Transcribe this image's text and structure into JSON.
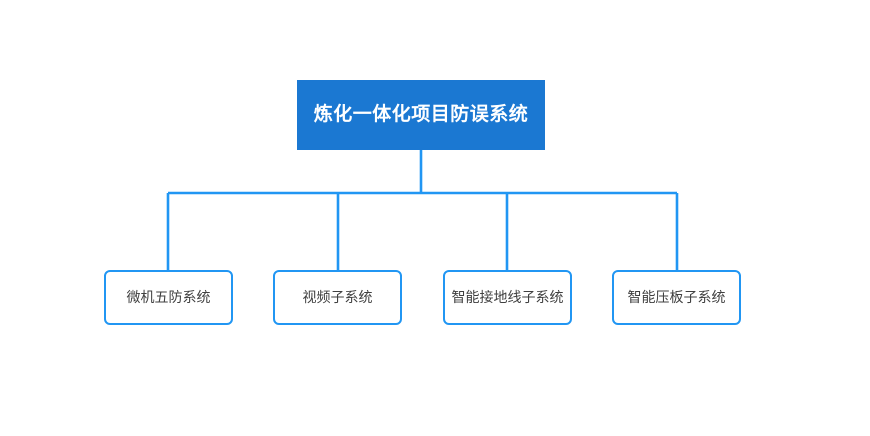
{
  "diagram": {
    "type": "organization-chart",
    "background_color": "#ffffff",
    "connector_color": "#2196f3",
    "root": {
      "label": "炼化一体化项目防误系统",
      "fill_color": "#1b78d2",
      "text_color": "#ffffff"
    },
    "children": [
      {
        "label": "微机五防系统",
        "border_color": "#2196f3",
        "fill_color": "#ffffff",
        "text_color": "#404040"
      },
      {
        "label": "视频子系统",
        "border_color": "#2196f3",
        "fill_color": "#ffffff",
        "text_color": "#404040"
      },
      {
        "label": "智能接地线子系统",
        "border_color": "#2196f3",
        "fill_color": "#ffffff",
        "text_color": "#404040"
      },
      {
        "label": "智能压板子系统",
        "border_color": "#2196f3",
        "fill_color": "#ffffff",
        "text_color": "#404040"
      }
    ]
  }
}
